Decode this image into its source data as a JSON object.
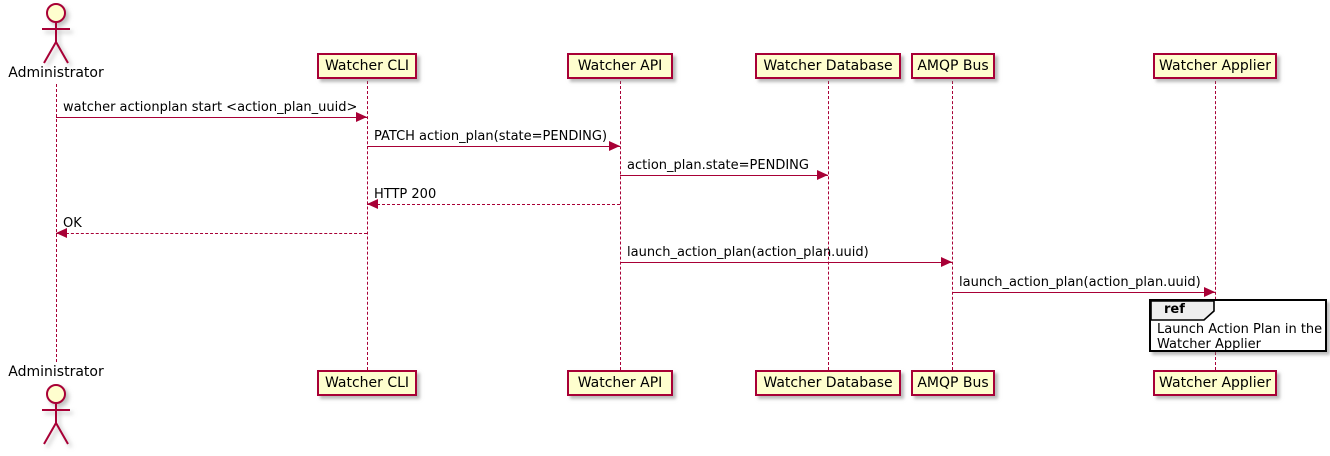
{
  "diagram": {
    "type": "sequence",
    "actor": {
      "name": "Administrator"
    },
    "participants": [
      {
        "label": "Watcher CLI"
      },
      {
        "label": "Watcher API"
      },
      {
        "label": "Watcher Database"
      },
      {
        "label": "AMQP Bus"
      },
      {
        "label": "Watcher Applier"
      }
    ],
    "messages": [
      {
        "label": "watcher actionplan start <action_plan_uuid>",
        "from": "Administrator",
        "to": "Watcher CLI",
        "line": "solid"
      },
      {
        "label": "PATCH action_plan(state=PENDING)",
        "from": "Watcher CLI",
        "to": "Watcher API",
        "line": "solid"
      },
      {
        "label": "action_plan.state=PENDING",
        "from": "Watcher API",
        "to": "Watcher Database",
        "line": "solid"
      },
      {
        "label": "HTTP 200",
        "from": "Watcher API",
        "to": "Watcher CLI",
        "line": "dashed"
      },
      {
        "label": "OK",
        "from": "Watcher CLI",
        "to": "Administrator",
        "line": "dashed"
      },
      {
        "label": "launch_action_plan(action_plan.uuid)",
        "from": "Watcher API",
        "to": "AMQP Bus",
        "line": "solid"
      },
      {
        "label": "launch_action_plan(action_plan.uuid)",
        "from": "AMQP Bus",
        "to": "Watcher Applier",
        "line": "solid"
      }
    ],
    "ref_fragment": {
      "keyword": "ref",
      "over": "Watcher Applier",
      "text_line1": "Launch Action Plan in the",
      "text_line2": "Watcher Applier"
    },
    "colors": {
      "participant_fill": "#FEFECE",
      "participant_border": "#A80036",
      "arrow": "#A80036",
      "lifeline": "#A80036",
      "text": "#000000",
      "ref_border": "#000000",
      "ref_tab_fill": "#EEEEEE",
      "background": "#FFFFFF"
    }
  }
}
